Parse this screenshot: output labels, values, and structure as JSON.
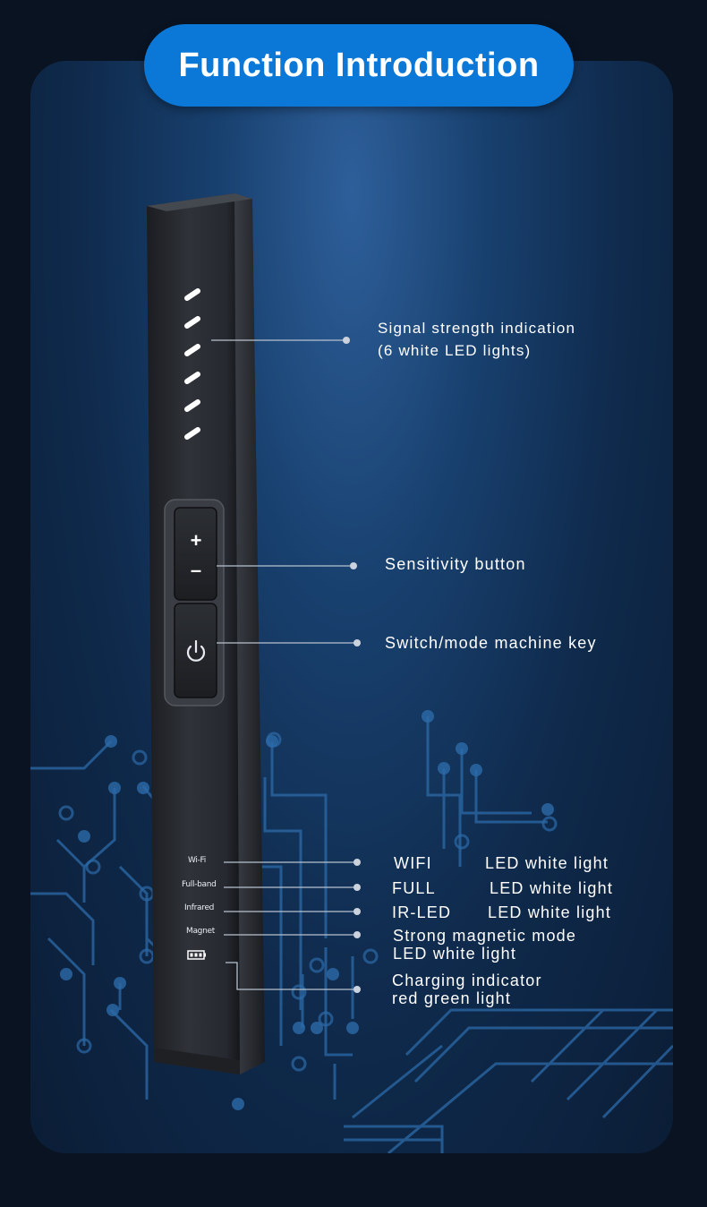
{
  "title": "Function Introduction",
  "colors": {
    "accent": "#0b78d8",
    "panel": "#123a66",
    "device": "#2a2d33"
  },
  "device": {
    "led_count": 6,
    "buttons": {
      "plus": "+",
      "minus": "–"
    },
    "indicators": [
      "Wi-Fi",
      "Full-band",
      "Infrared",
      "Magnet"
    ],
    "battery_icon": "battery-icon",
    "power_icon": "power-icon"
  },
  "callouts": {
    "signal_line1": "Signal strength indication",
    "signal_line2": "(6 white LED lights)",
    "sensitivity": "Sensitivity button",
    "switch": "Switch/mode machine key",
    "wifi_name": "WIFI",
    "wifi_desc": "LED white light",
    "full_name": "FULL",
    "full_desc": "LED white light",
    "ir_name": "IR-LED",
    "ir_desc": "LED white light",
    "magnet_line1": "Strong magnetic mode",
    "magnet_line2": "LED white light",
    "charge_line1": "Charging indicator",
    "charge_line2": "red green light"
  }
}
